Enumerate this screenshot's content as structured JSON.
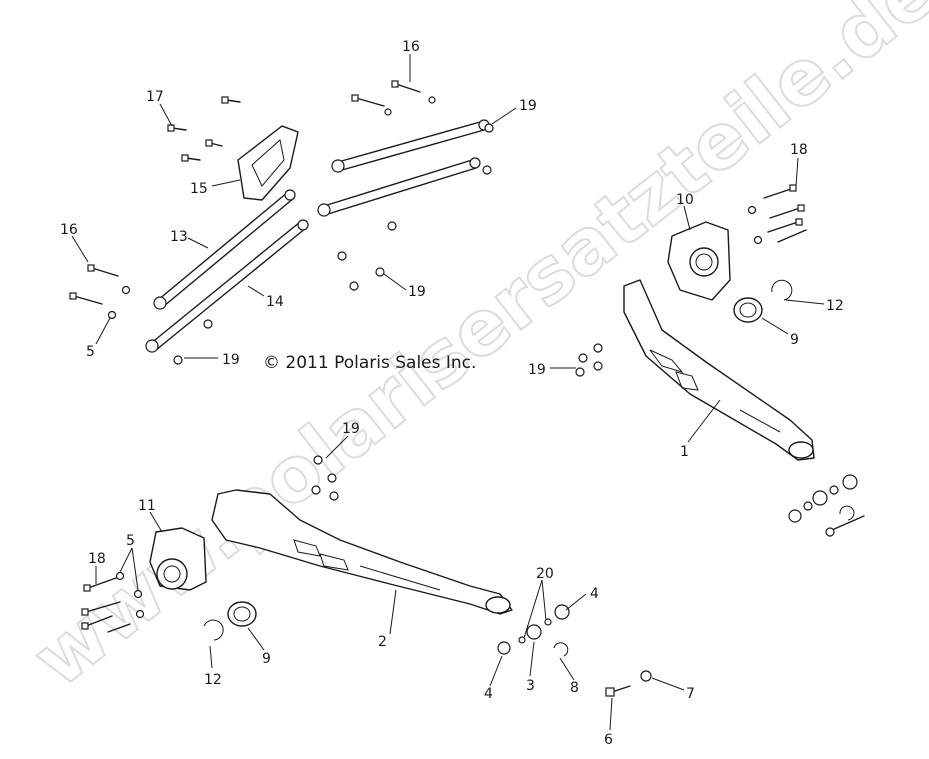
{
  "copyright": "© 2011 Polaris Sales Inc.",
  "watermark": "www.polarisersatzteile.de",
  "callouts": {
    "c1": "1",
    "c2": "2",
    "c3": "3",
    "c4a": "4",
    "c4b": "4",
    "c5a": "5",
    "c5b": "5",
    "c6": "6",
    "c7": "7",
    "c8": "8",
    "c9a": "9",
    "c9b": "9",
    "c10": "10",
    "c11": "11",
    "c12a": "12",
    "c12b": "12",
    "c13": "13",
    "c14": "14",
    "c15": "15",
    "c16a": "16",
    "c16b": "16",
    "c17": "17",
    "c18a": "18",
    "c18b": "18",
    "c19a": "19",
    "c19b": "19",
    "c19c": "19",
    "c19d": "19",
    "c19e": "19",
    "c20": "20"
  }
}
